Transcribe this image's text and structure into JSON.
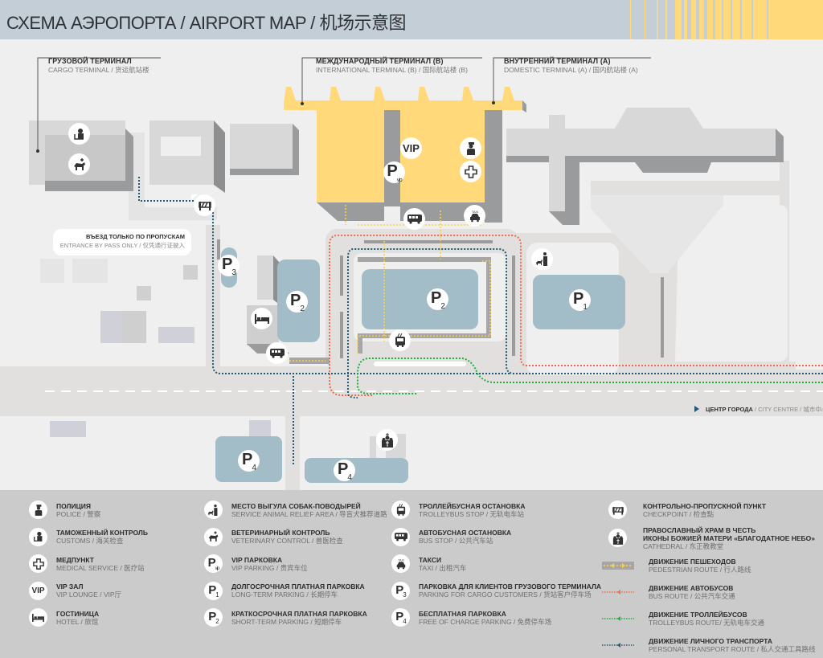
{
  "header": {
    "title": "СХЕМА АЭРОПОРТА  /  AIRPORT MAP / 机场示意图",
    "colors": {
      "background": "#c3ced6",
      "accent": "#ffd97a"
    }
  },
  "map": {
    "terminals": {
      "cargo": {
        "ru": "ГРУЗОВОЙ ТЕРМИНАЛ",
        "en": "CARGO TERMINAL / 货运航站楼"
      },
      "international": {
        "ru": "МЕЖДУНАРОДНЫЙ ТЕРМИНАЛ (B)",
        "en": "INTERNATIONAL TERMINAL (B) / 国际航站楼 (B)"
      },
      "domestic": {
        "ru": "ВНУТРЕННИЙ ТЕРМИНАЛ (A)",
        "en": "DOMESTIC TERMINAL (A) / 国内航站楼 (A)"
      }
    },
    "entrance_bubble": {
      "ru": "ВЪЕЗД ТОЛЬКО ПО ПРОПУСКАМ",
      "en": "ENTRANCE BY PASS ONLY / 仅凭通行证驶入"
    },
    "city_centre": {
      "ru": "ЦЕНТР ГОРОДА",
      "en": " / CITY CENTRE / 城市中心"
    },
    "markers": {
      "vip": "VIP",
      "p_letter": "P",
      "pvip_sub": "vip",
      "p1_sub": "1",
      "p2_sub": "2",
      "p3_sub": "3",
      "p4_sub": "4",
      "taxi": "TAXI"
    },
    "colors": {
      "terminal": "#ffd97a",
      "parking": "#a2bdc8",
      "bus_route": "#f4684c",
      "trolleybus_route": "#1fae3c",
      "personal_route": "#1f5a78",
      "pedestrian_route": "#ffd042"
    }
  },
  "legend": {
    "col1": [
      {
        "icon": "police-icon",
        "ru": "ПОЛИЦИЯ",
        "en": "POLICE / 警察"
      },
      {
        "icon": "customs-icon",
        "ru": "ТАМОЖЕННЫЙ КОНТРОЛЬ",
        "en": "CUSTOMS / 海关检查"
      },
      {
        "icon": "medical-cross-icon",
        "ru": "МЕДПУНКТ",
        "en": "MEDICAL SERVICE / 医疗站"
      },
      {
        "icon": "vip-icon",
        "label": "VIP",
        "ru": "VIP ЗАЛ",
        "en": "VIP LOUNGE / VIP厅"
      },
      {
        "icon": "hotel-bed-icon",
        "ru": "ГОСТИНИЦА",
        "en": "HOTEL / 旅馆"
      }
    ],
    "col2": [
      {
        "icon": "service-animal-icon",
        "ru": "МЕСТО ВЫГУЛА СОБАК-ПОВОДЫРЕЙ",
        "en": "SERVICE ANIMAL RELIEF AREA / 导盲犬推荐道路"
      },
      {
        "icon": "veterinary-icon",
        "ru": "ВЕТЕРИНАРНЫЙ КОНТРОЛЬ",
        "en": "VETERINARY CONTROL / 兽医检查"
      },
      {
        "icon": "parking-vip-icon",
        "sub": "vip",
        "ru": "VIP ПАРКОВКА",
        "en": "VIP PARKING  / 贵宾车位"
      },
      {
        "icon": "parking-p1-icon",
        "sub": "1",
        "ru": "ДОЛГОСРОЧНАЯ ПЛАТНАЯ ПАРКОВКА",
        "en": "LONG-TERM PARKING / 长期停车"
      },
      {
        "icon": "parking-p2-icon",
        "sub": "2",
        "ru": "КРАТКОСРОЧНАЯ ПЛАТНАЯ ПАРКОВКА",
        "en": "SHORT-TERM PARKING  / 短期停车"
      }
    ],
    "col3": [
      {
        "icon": "trolleybus-icon",
        "ru": "ТРОЛЛЕЙБУСНАЯ ОСТАНОВКА",
        "en": "TROLLEYBUS STOP / 无轨电车站"
      },
      {
        "icon": "bus-icon",
        "ru": "АВТОБУСНАЯ ОСТАНОВКА",
        "en": "BUS STOP / 公共汽车站"
      },
      {
        "icon": "taxi-icon",
        "ru": "ТАКСИ",
        "en": "TAXI / 出租汽车"
      },
      {
        "icon": "parking-p3-icon",
        "sub": "3",
        "ru": "ПАРКОВКА ДЛЯ КЛИЕНТОВ ГРУЗОВОГО ТЕРМИНАЛА",
        "en": "PARKING FOR CARGO CUSTOMERS / 货站客户停车场"
      },
      {
        "icon": "parking-p4-icon",
        "sub": "4",
        "ru": "БЕСПЛАТНАЯ ПАРКОВКА",
        "en": "FREE OF CHARGE PARKING / 免费停车场"
      }
    ],
    "col4": [
      {
        "icon": "checkpoint-icon",
        "ru": "КОНТРОЛЬНО-ПРОПУСКНОЙ ПУНКТ",
        "en": "CHECKPOINT / 检查點"
      },
      {
        "icon": "cathedral-icon",
        "ru": "ПРАВОСЛАВНЫЙ ХРАМ В ЧЕСТЬ",
        "ru2": "ИКОНЫ БОЖИЕЙ МАТЕРИ «БЛАГОДАТНОЕ НЕБО»",
        "en": "CATHEDRAL / 东正教教堂"
      },
      {
        "icon": "pedestrian-route-icon",
        "ru": "ДВИЖЕНИЕ ПЕШЕХОДОВ",
        "en": "PEDESTRIAN ROUTE / 行人路线"
      },
      {
        "icon": "bus-route-icon",
        "ru": "ДВИЖЕНИЕ АВТОБУСОВ",
        "en": "BUS ROUTE / 公共汽车交通"
      },
      {
        "icon": "trolleybus-route-icon",
        "ru": "ДВИЖЕНИЕ ТРОЛЛЕЙБУСОВ",
        "en": "TROLLEYBUS ROUTE/ 无轨电车交通"
      },
      {
        "icon": "personal-route-icon",
        "ru": "ДВИЖЕНИЕ ЛИЧНОГО ТРАНСПОРТА",
        "en": "PERSONAL TRANSPORT ROUTE / 私人交通工具路线"
      }
    ]
  }
}
